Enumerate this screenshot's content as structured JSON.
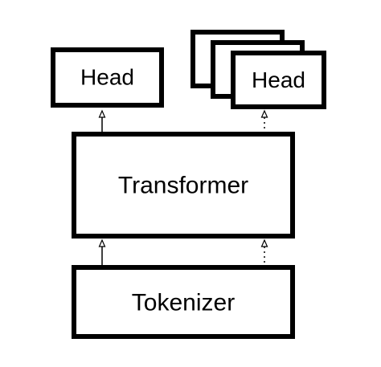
{
  "diagram": {
    "head_left": {
      "label": "Head"
    },
    "head_stack": {
      "label": "Head"
    },
    "transformer": {
      "label": "Transformer"
    },
    "tokenizer": {
      "label": "Tokenizer"
    }
  },
  "colors": {
    "stroke": "#000000",
    "fill": "#ffffff"
  }
}
